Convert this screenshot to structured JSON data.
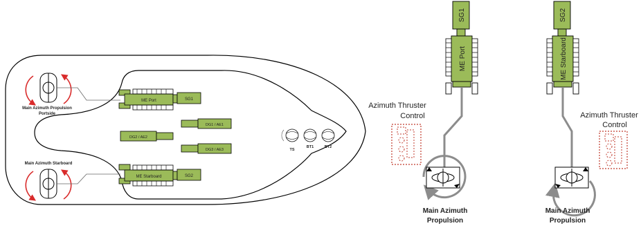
{
  "hull": {
    "port_label_line1": "Main Azimuth Propulsion",
    "port_label_line2": "Portside",
    "starboard_label": "Main Azimuth Starboard",
    "me_port": "ME Port",
    "me_starboard": "ME Starboard",
    "sg1": "SG1",
    "sg2": "SG2",
    "dg1": "DG1 / AE1",
    "dg2": "DG2 / AE2",
    "dg3": "DG3 / AE3",
    "ts": "TS",
    "bt1": "BT1",
    "bt2": "BT2"
  },
  "port_unit": {
    "sg": "SG1",
    "engine": "ME Port",
    "control_line1": "Azimuth Thruster",
    "control_line2": "Control",
    "prop_line1": "Main Azimuth",
    "prop_line2": "Propulsion"
  },
  "starboard_unit": {
    "sg": "SG2",
    "engine": "ME Starboard",
    "control_line1": "Azimuth Thruster",
    "control_line2": "Control",
    "prop_line1": "Main Azimuth",
    "prop_line2": "Propulsion"
  },
  "colors": {
    "green": "#9bbb59",
    "outline": "#000000",
    "red": "#d92b2b",
    "gray": "#8c8c8c"
  }
}
